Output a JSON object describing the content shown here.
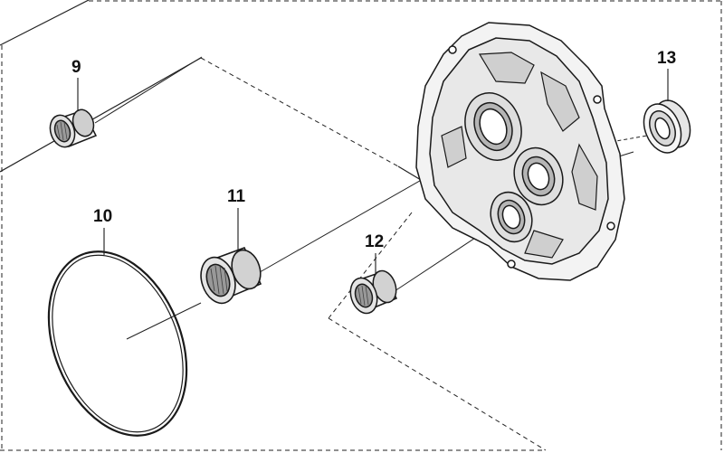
{
  "diagram": {
    "callouts": [
      {
        "id": "label-9",
        "text": "9"
      },
      {
        "id": "label-10",
        "text": "10"
      },
      {
        "id": "label-11",
        "text": "11"
      },
      {
        "id": "label-12",
        "text": "12"
      },
      {
        "id": "label-13",
        "text": "13"
      }
    ]
  }
}
